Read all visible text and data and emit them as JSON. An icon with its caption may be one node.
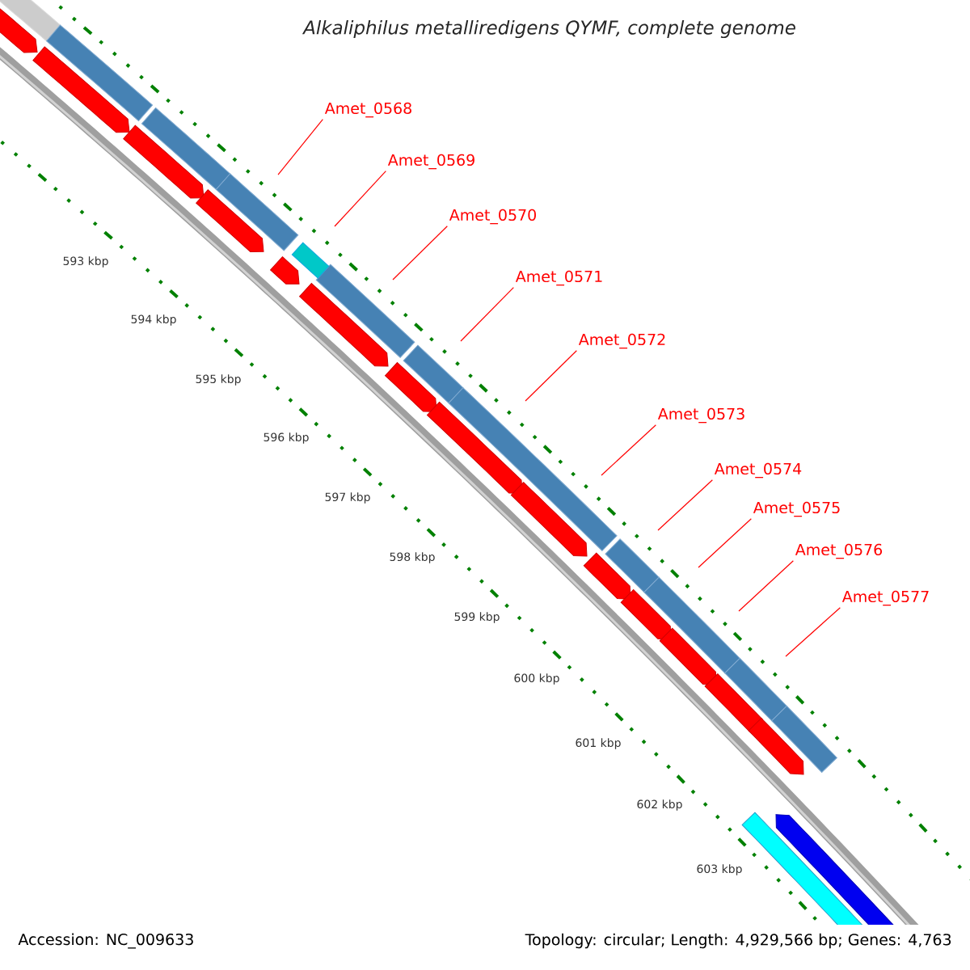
{
  "diagram": {
    "title": "Alkaliphilus metalliredigens QYMF, complete genome",
    "nodes": [
      {
        "text": [
          "Amet_0568"
        ]
      },
      {
        "text": [
          "Amet_0569"
        ]
      },
      {
        "text": [
          "Amet_0570"
        ]
      },
      {
        "text": [
          "Amet_0571"
        ]
      },
      {
        "text": [
          "Amet_0572"
        ]
      },
      {
        "text": [
          "Amet_0573"
        ]
      },
      {
        "text": [
          "Amet_0574"
        ]
      },
      {
        "text": [
          "Amet_0575"
        ]
      },
      {
        "text": [
          "Amet_0576"
        ]
      },
      {
        "text": [
          "Amet_0577"
        ]
      }
    ],
    "edges": [
      {
        "from": 0,
        "to": null,
        "arrow": "none"
      },
      {
        "from": 1,
        "to": null,
        "arrow": "none"
      },
      {
        "from": 2,
        "to": null,
        "arrow": "none"
      },
      {
        "from": 3,
        "to": null,
        "arrow": "none"
      },
      {
        "from": 4,
        "to": null,
        "arrow": "none"
      },
      {
        "from": 5,
        "to": null,
        "arrow": "none"
      },
      {
        "from": 6,
        "to": null,
        "arrow": "none"
      },
      {
        "from": 7,
        "to": null,
        "arrow": "none"
      },
      {
        "from": 8,
        "to": null,
        "arrow": "none"
      },
      {
        "from": 9,
        "to": null,
        "arrow": "none"
      }
    ],
    "labels": [
      "593 kbp",
      "594 kbp",
      "595 kbp",
      "596 kbp",
      "597 kbp",
      "598 kbp",
      "599 kbp",
      "600 kbp",
      "601 kbp",
      "602 kbp",
      "603 kbp",
      "Accession: NC_009633",
      "Topology: circular; Length: 4,929,566 bp; Genes: 4,763"
    ]
  }
}
